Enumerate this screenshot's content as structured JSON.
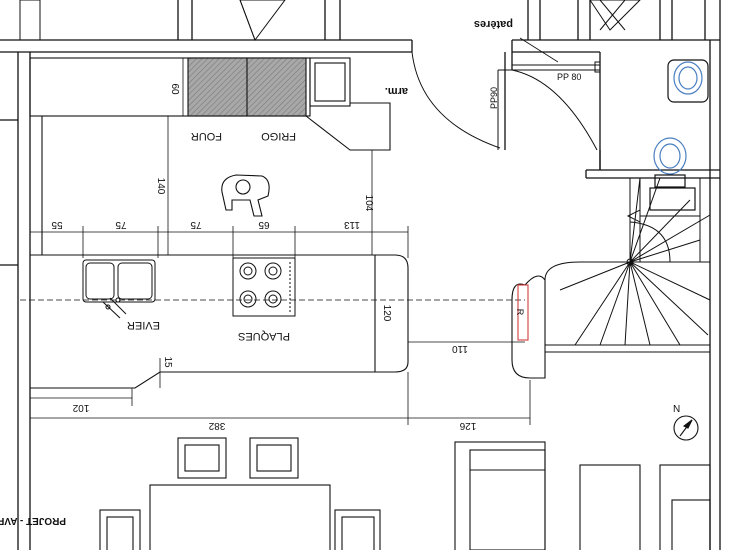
{
  "labels": {
    "frigo": "FRIGO",
    "four": "FOUR",
    "evier": "EVIER",
    "plaques": "PLAQUES",
    "arm": "arm.",
    "pateres": "patères",
    "pp80": "PP 80",
    "pp90": "PP90",
    "project": "PROJET - AVP",
    "north": "N",
    "r": "R"
  },
  "dimensions": {
    "d60": "60",
    "d140": "140",
    "d104": "104",
    "d55": "55",
    "d75a": "75",
    "d75b": "75",
    "d65": "65",
    "d113": "113",
    "d120": "120",
    "d110": "110",
    "d15": "15",
    "d102": "102",
    "d382": "382",
    "d126": "126"
  },
  "colors": {
    "line": "#111111",
    "appliance_fill": "#9a9a9a",
    "sanitary_blue": "#4a7fc0",
    "radiator_red": "#d23c3c"
  }
}
